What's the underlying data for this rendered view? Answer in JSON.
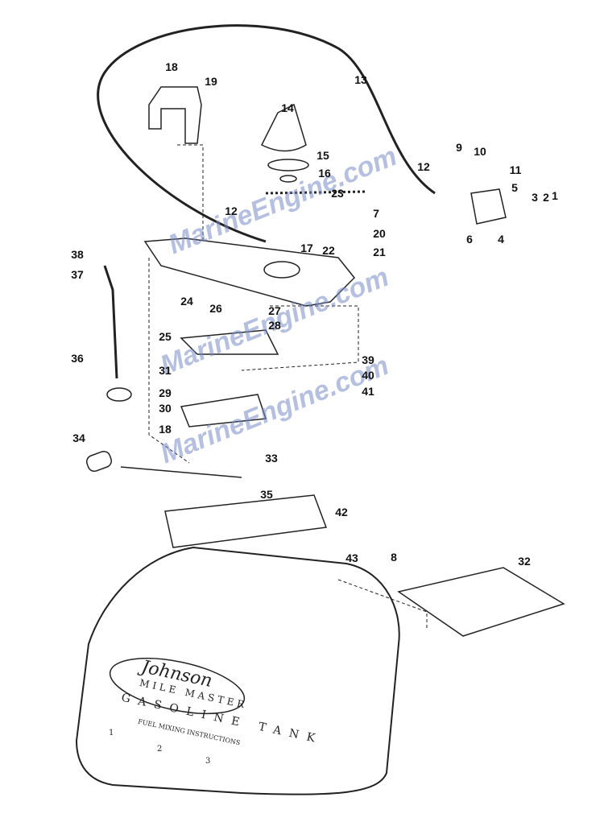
{
  "diagram": {
    "watermark": "MarineEngine.com",
    "callouts": [
      "18",
      "19",
      "13",
      "14",
      "15",
      "16",
      "23",
      "7",
      "12",
      "9",
      "10",
      "11",
      "5",
      "3",
      "2",
      "1",
      "6",
      "4",
      "12",
      "17",
      "20",
      "21",
      "22",
      "38",
      "37",
      "36",
      "24",
      "26",
      "27",
      "28",
      "25",
      "31",
      "29",
      "30",
      "18",
      "39",
      "40",
      "41",
      "34",
      "33",
      "35",
      "42",
      "43",
      "8",
      "32"
    ],
    "tank": {
      "brand": "Johnson",
      "model": "MILE MASTER",
      "title": "GASOLINE TANK",
      "subtitle": "FUEL MIXING INSTRUCTIONS",
      "steps": [
        "1",
        "2",
        "3"
      ]
    }
  }
}
